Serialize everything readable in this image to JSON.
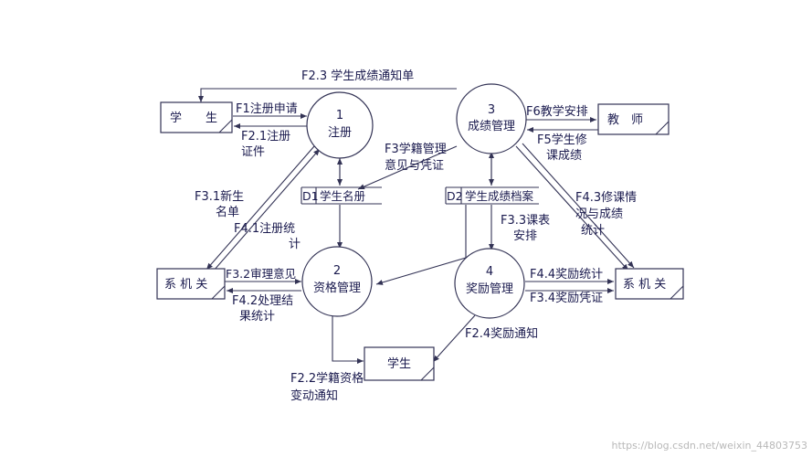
{
  "entities": {
    "student_top": "学　　生",
    "teacher": "教　师",
    "dept_left": "系 机 关",
    "dept_right": "系 机 关",
    "student_bottom": "学生"
  },
  "processes": {
    "p1": {
      "num": "1",
      "name": "注册"
    },
    "p2": {
      "num": "2",
      "name": "资格管理"
    },
    "p3": {
      "num": "3",
      "name": "成绩管理"
    },
    "p4": {
      "num": "4",
      "name": "奖励管理"
    }
  },
  "stores": {
    "d1": {
      "id": "D1",
      "name": "学生名册"
    },
    "d2": {
      "id": "D2",
      "name": "学生成绩档案"
    }
  },
  "flows": {
    "f23": "F2.3  学生成绩通知单",
    "f1": "F1注册申请",
    "f21a": "F2.1注册",
    "f21b": "证件",
    "f3a": "F3学籍管理",
    "f3b": "意见与凭证",
    "f6": "F6教学安排",
    "f5a": "F5学生修",
    "f5b": "课成绩",
    "f31a": "F3.1新生",
    "f31b": "名单",
    "f41a": "F4.1注册统",
    "f41b": "计",
    "f33a": "F3.3课表",
    "f33b": "安排",
    "f43a": "F4.3修课情",
    "f43b": "况与成绩",
    "f43c": "统计",
    "f32": "F3.2审理意见",
    "f42a": "F4.2处理结",
    "f42b": "果统计",
    "f44": "F4.4奖励统计",
    "f34": "F3.4奖励凭证",
    "f24": "F2.4奖励通知",
    "f22a": "F2.2学籍资格",
    "f22b": "变动通知"
  },
  "watermark": "https://blog.csdn.net/weixin_44803753"
}
